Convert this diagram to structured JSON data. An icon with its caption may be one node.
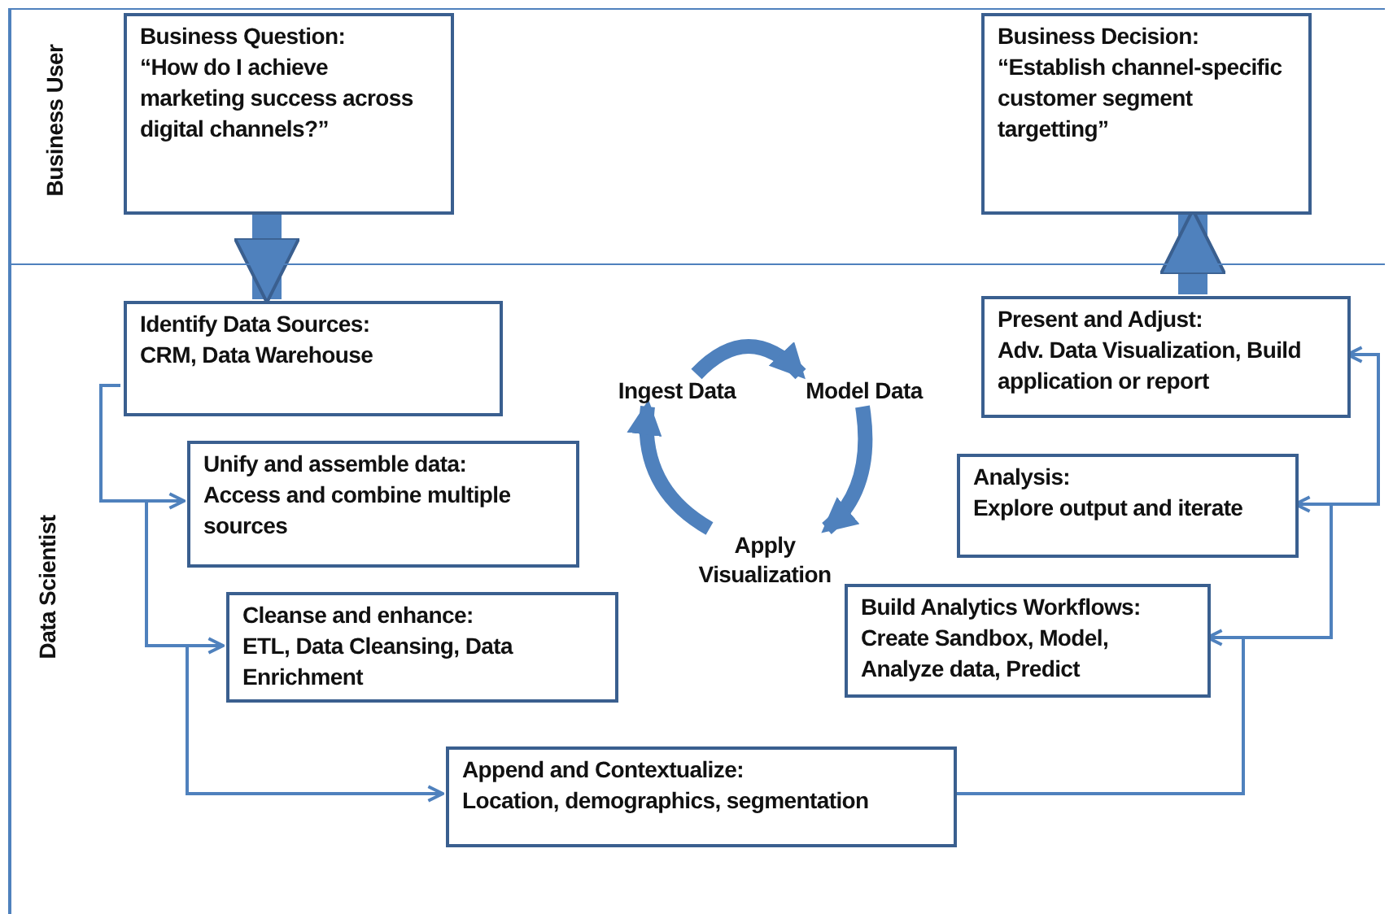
{
  "diagram": {
    "nodes": [
      {
        "text": [
          "Business User"
        ]
      },
      {
        "text": [
          "Data Scientist"
        ]
      },
      {
        "text": [
          "Business Question:",
          "“How do I achieve marketing success across digital channels?”"
        ],
        "in": 0
      },
      {
        "text": [
          "Business Decision:",
          "“Establish channel-specific customer segment targetting”"
        ],
        "in": 0
      },
      {
        "text": [
          "Identify Data Sources:",
          "CRM, Data Warehouse"
        ],
        "in": 1
      },
      {
        "text": [
          "Unify and assemble data:",
          "Access and combine multiple sources"
        ],
        "in": 1
      },
      {
        "text": [
          "Cleanse and enhance:",
          "ETL, Data Cleansing, Data Enrichment"
        ],
        "in": 1
      },
      {
        "text": [
          "Append and Contextualize:",
          "Location, demographics, segmentation"
        ],
        "in": 1
      },
      {
        "text": [
          "Build Analytics Workflows:",
          "Create Sandbox, Model, Analyze data, Predict"
        ],
        "in": 1
      },
      {
        "text": [
          "Analysis:",
          "Explore output and iterate"
        ],
        "in": 1
      },
      {
        "text": [
          "Present and Adjust:",
          "Adv. Data Visualization, Build application or report"
        ],
        "in": 1
      },
      {
        "text": [
          "Ingest Data"
        ],
        "in": 1
      },
      {
        "text": [
          "Model Data"
        ],
        "in": 1
      },
      {
        "text": [
          "Apply Visualization"
        ],
        "in": 1
      }
    ],
    "edges": [
      {
        "from": 2,
        "to": 4,
        "arrow": "to",
        "style": "thick"
      },
      {
        "from": 10,
        "to": 3,
        "arrow": "to",
        "style": "thick"
      },
      {
        "from": 4,
        "to": 5,
        "arrow": "to"
      },
      {
        "from": 5,
        "to": 6,
        "arrow": "to"
      },
      {
        "from": 6,
        "to": 7,
        "arrow": "to"
      },
      {
        "from": 7,
        "to": 8,
        "arrow": "to"
      },
      {
        "from": 8,
        "to": 9,
        "arrow": "to"
      },
      {
        "from": 9,
        "to": 10,
        "arrow": "to"
      },
      {
        "from": 11,
        "to": 12,
        "arrow": "to",
        "style": "thick"
      },
      {
        "from": 12,
        "to": 13,
        "arrow": "to",
        "style": "thick"
      },
      {
        "from": 13,
        "to": 11,
        "arrow": "to",
        "style": "thick"
      }
    ]
  }
}
